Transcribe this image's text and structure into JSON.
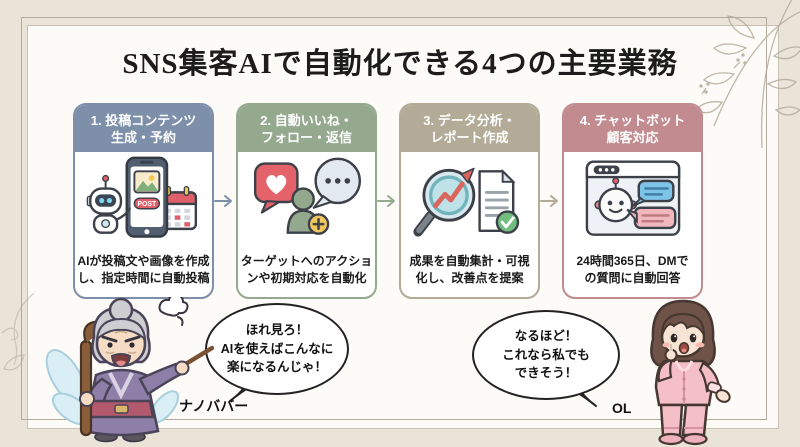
{
  "title": "SNS集客AIで自動化できる4つの主要業務",
  "cards": [
    {
      "header_lines": [
        "1. 投稿コンテンツ",
        "生成・予約"
      ],
      "desc_lines": [
        "AIが投稿文や画像を作成",
        "し、指定時間に自動投稿"
      ],
      "color": "#7d8fa9",
      "icon": "robot-phone-post-calendar",
      "post_label": "POST"
    },
    {
      "header_lines": [
        "2. 自動いいね・",
        "フォロー・返信"
      ],
      "desc_lines": [
        "ターゲットへのアクショ",
        "ンや初期対応を自動化"
      ],
      "color": "#95a98f",
      "icon": "like-follow-reply"
    },
    {
      "header_lines": [
        "3. データ分析・",
        "レポート作成"
      ],
      "desc_lines": [
        "成果を自動集計・可視",
        "化し、改善点を提案"
      ],
      "color": "#b3aa97",
      "icon": "magnifier-chart-report"
    },
    {
      "header_lines": [
        "4. チャットボット",
        "顧客対応"
      ],
      "desc_lines": [
        "24時間365日、DMで",
        "の質問に自動回答"
      ],
      "color": "#c18b8f",
      "icon": "chatbot-window"
    }
  ],
  "arrows": [
    {
      "color": "#7d8fa9"
    },
    {
      "color": "#95a98f"
    },
    {
      "color": "#b3aa97"
    }
  ],
  "characters": {
    "left": {
      "name": "ナノババー",
      "speech_lines": [
        "ほれ見ろ！",
        "AIを使えばこんなに",
        "楽になるんじゃ！"
      ]
    },
    "right": {
      "name": "OL",
      "speech_lines": [
        "なるほど！",
        "これなら私でも",
        "できそう！"
      ]
    }
  },
  "colors": {
    "background": "#e9e3d8",
    "panel": "#fcfbf8",
    "frame_border": "#b2aa9c",
    "title_text": "#1c1c1c",
    "card_body": "#ffffff",
    "card_header_text": "#ffffff",
    "card_desc_text": "#1a1a1a",
    "bubble_border": "#222222"
  }
}
